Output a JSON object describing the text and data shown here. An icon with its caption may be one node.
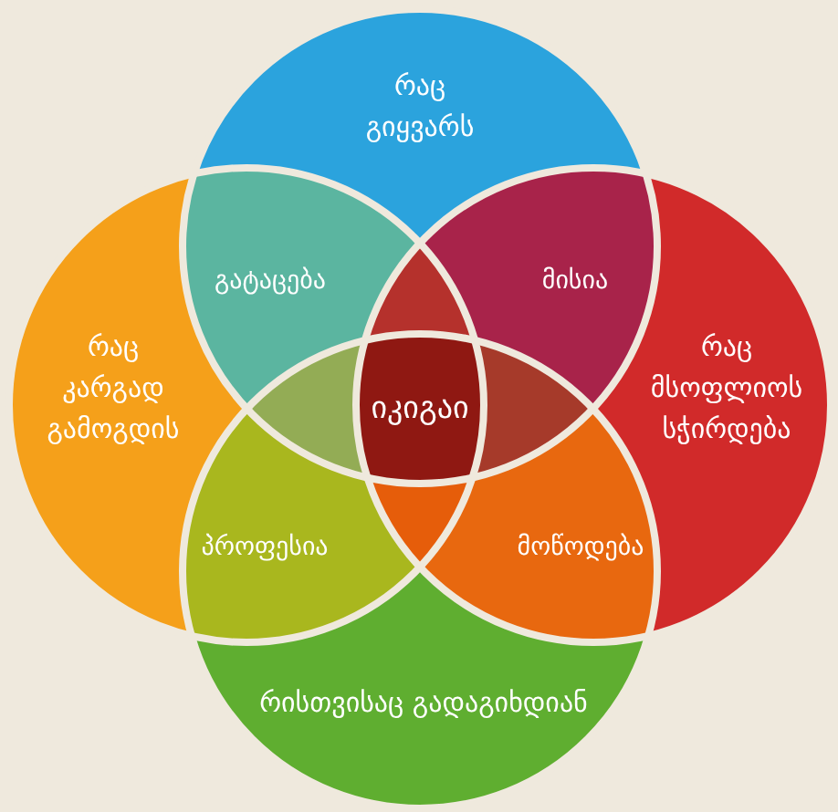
{
  "diagram": {
    "nodes": [
      {
        "text": [
          "რაც გიყვარს"
        ]
      },
      {
        "text": [
          "გატაცება"
        ]
      },
      {
        "text": [
          "მისია"
        ]
      },
      {
        "text": [
          "რაც კარგად გამოგდის"
        ]
      },
      {
        "text": [
          "იკიგაი"
        ]
      },
      {
        "text": [
          "რაც მსოფლიოს სჭირდება"
        ]
      },
      {
        "text": [
          "პროფესია"
        ]
      },
      {
        "text": [
          "მოწოდება"
        ]
      },
      {
        "text": [
          "რისთვისაც გადაგიხდიან"
        ]
      }
    ]
  }
}
